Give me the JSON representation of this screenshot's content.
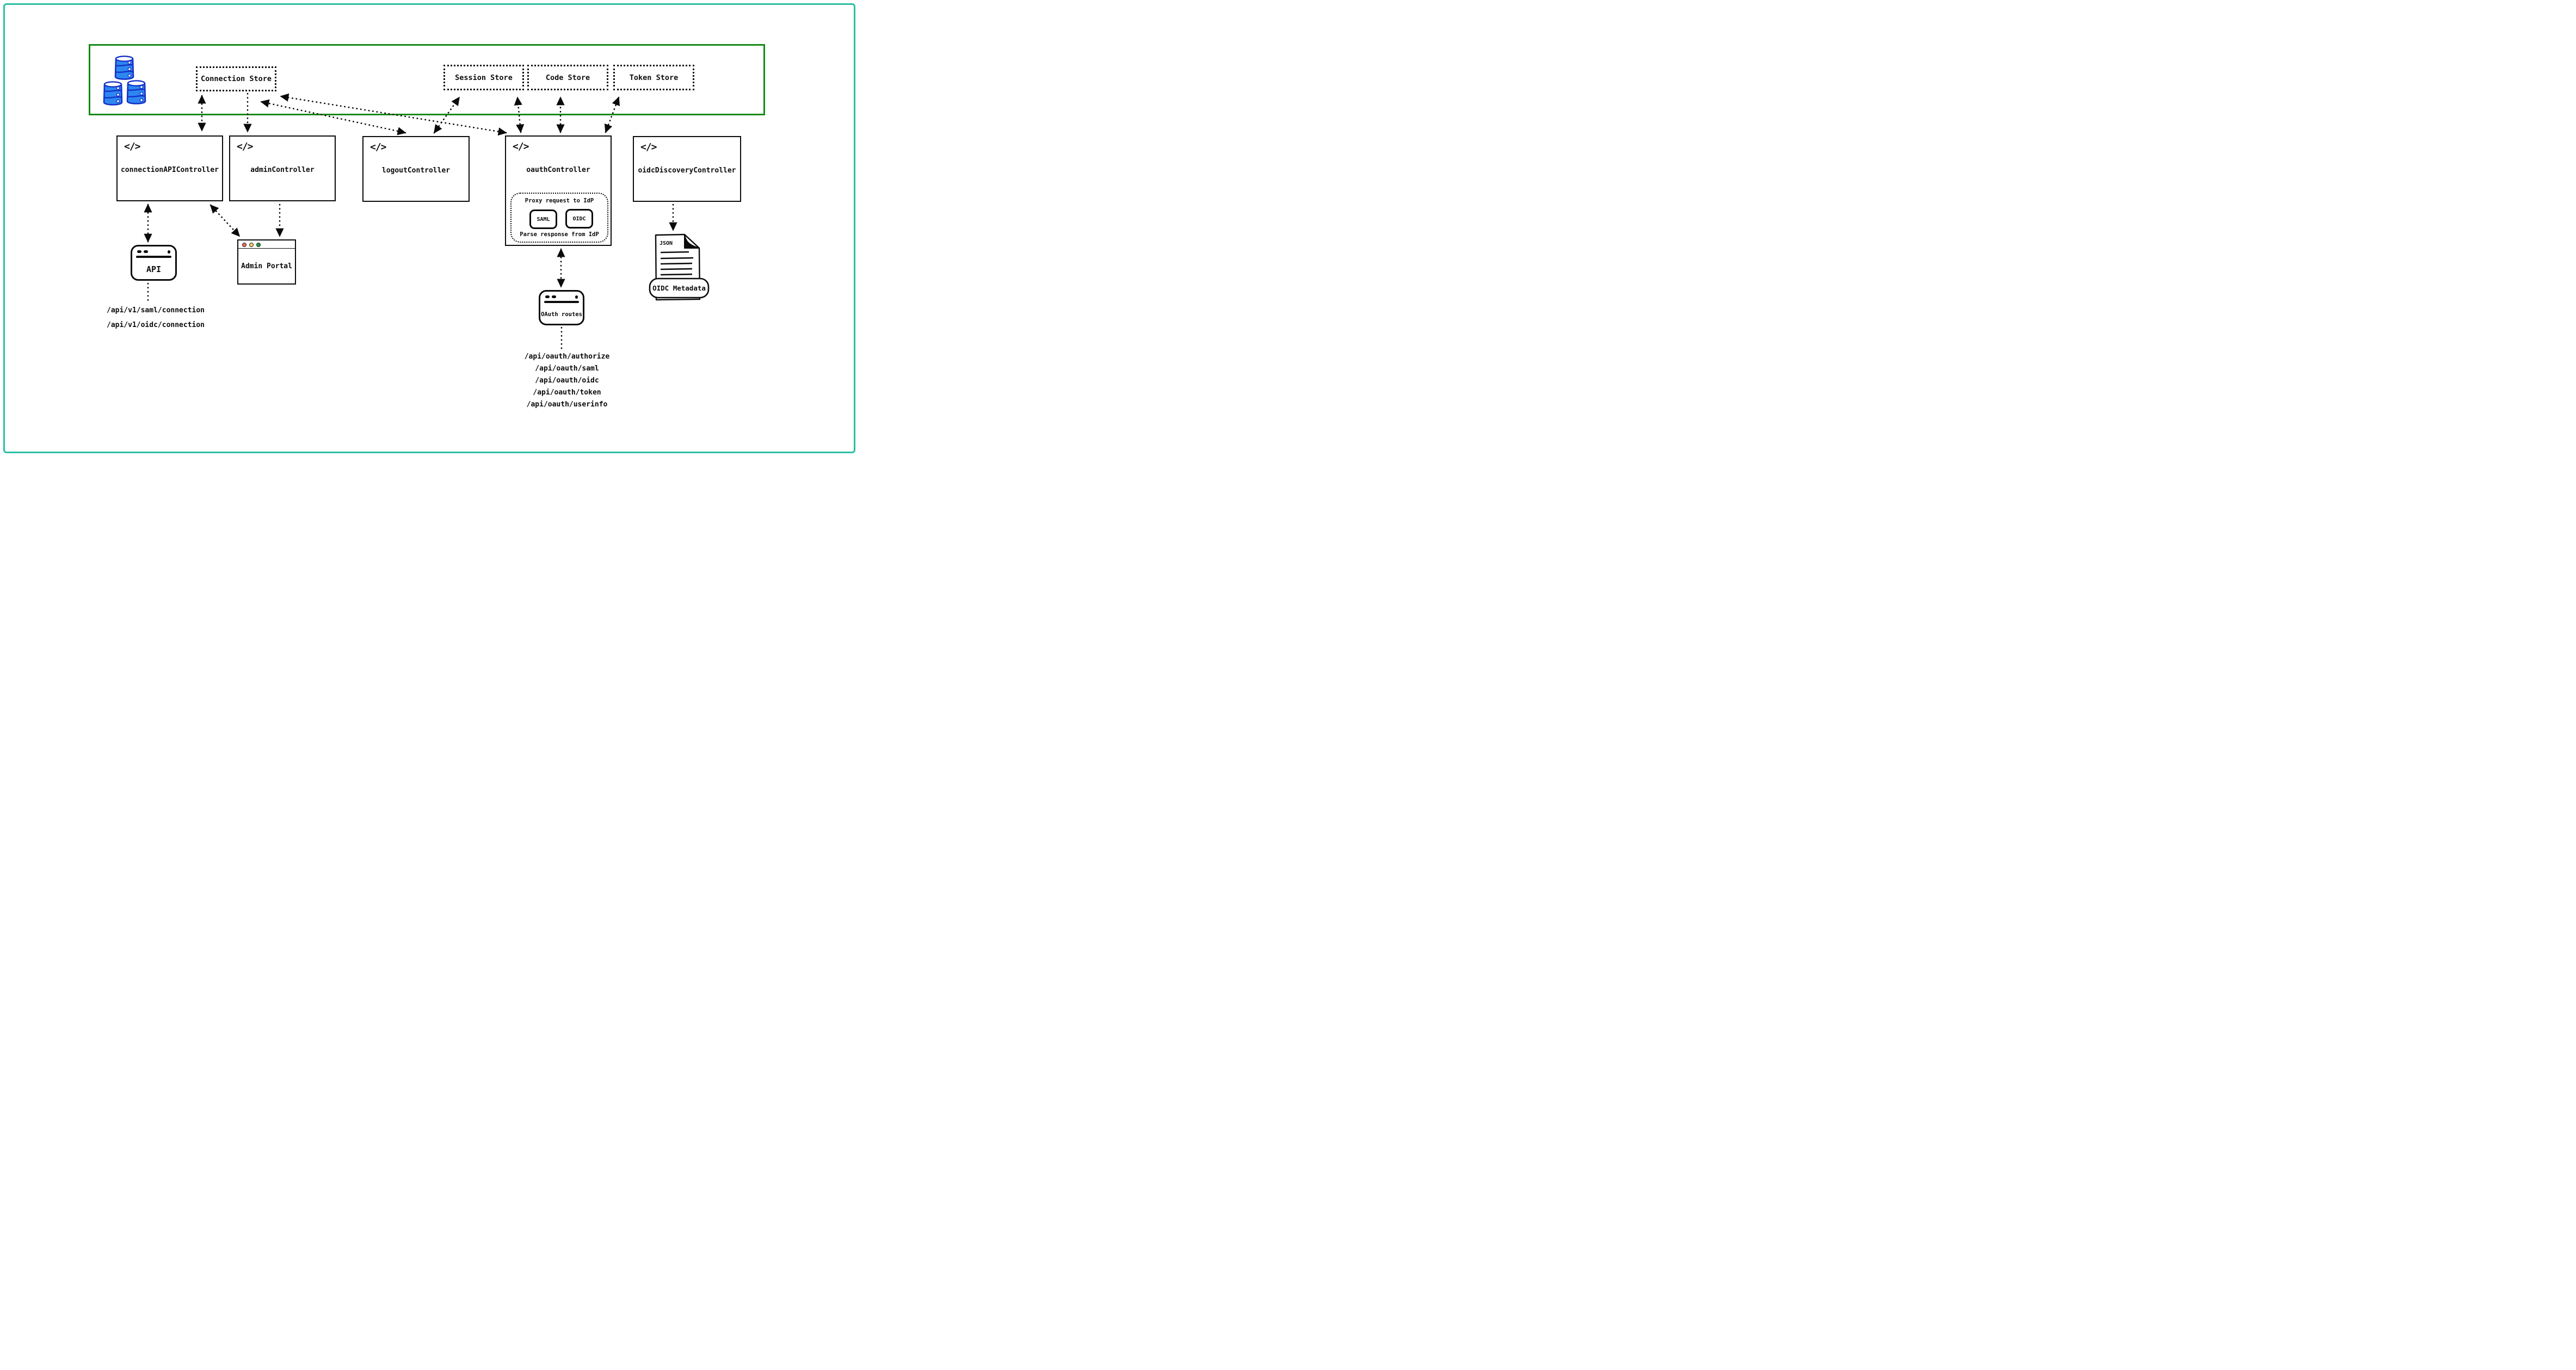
{
  "diagram": {
    "stores": [
      {
        "label": "Connection Store"
      },
      {
        "label": "Session Store"
      },
      {
        "label": "Code Store"
      },
      {
        "label": "Token Store"
      }
    ],
    "database_icon": "database-stack-icon",
    "code_icon_glyph": "</>",
    "controllers": [
      {
        "label": "connectionAPIController"
      },
      {
        "label": "adminController"
      },
      {
        "label": "logoutController"
      },
      {
        "label": "oauthController",
        "proxy": {
          "top": "Proxy request to IdP",
          "bottom": "Parse response from IdP",
          "protocols": [
            "SAML",
            "OIDC"
          ]
        }
      },
      {
        "label": "oidcDiscoveryController"
      }
    ],
    "clients": {
      "api_label": "API",
      "admin_portal_label": "Admin Portal",
      "oauth_routes_label": "OAuth routes",
      "doc": {
        "file_type": "JSON",
        "banner": "OIDC Metadata"
      }
    },
    "routes": {
      "connection_api": [
        "/api/v1/saml/connection",
        "/api/v1/oidc/connection"
      ],
      "oauth": [
        "/api/oauth/authorize",
        "/api/oauth/saml",
        "/api/oauth/oidc",
        "/api/oauth/token",
        "/api/oauth/userinfo"
      ]
    },
    "colors": {
      "frame_teal": "#2cbfa4",
      "store_container_green": "#168a16",
      "db_blue": "#2d87f0",
      "db_blue_dark": "#1531c8",
      "traffic_red": "#f4645f",
      "traffic_yellow": "#f6d05c",
      "traffic_green": "#259a3f",
      "ink": "#0b0b0b"
    }
  }
}
